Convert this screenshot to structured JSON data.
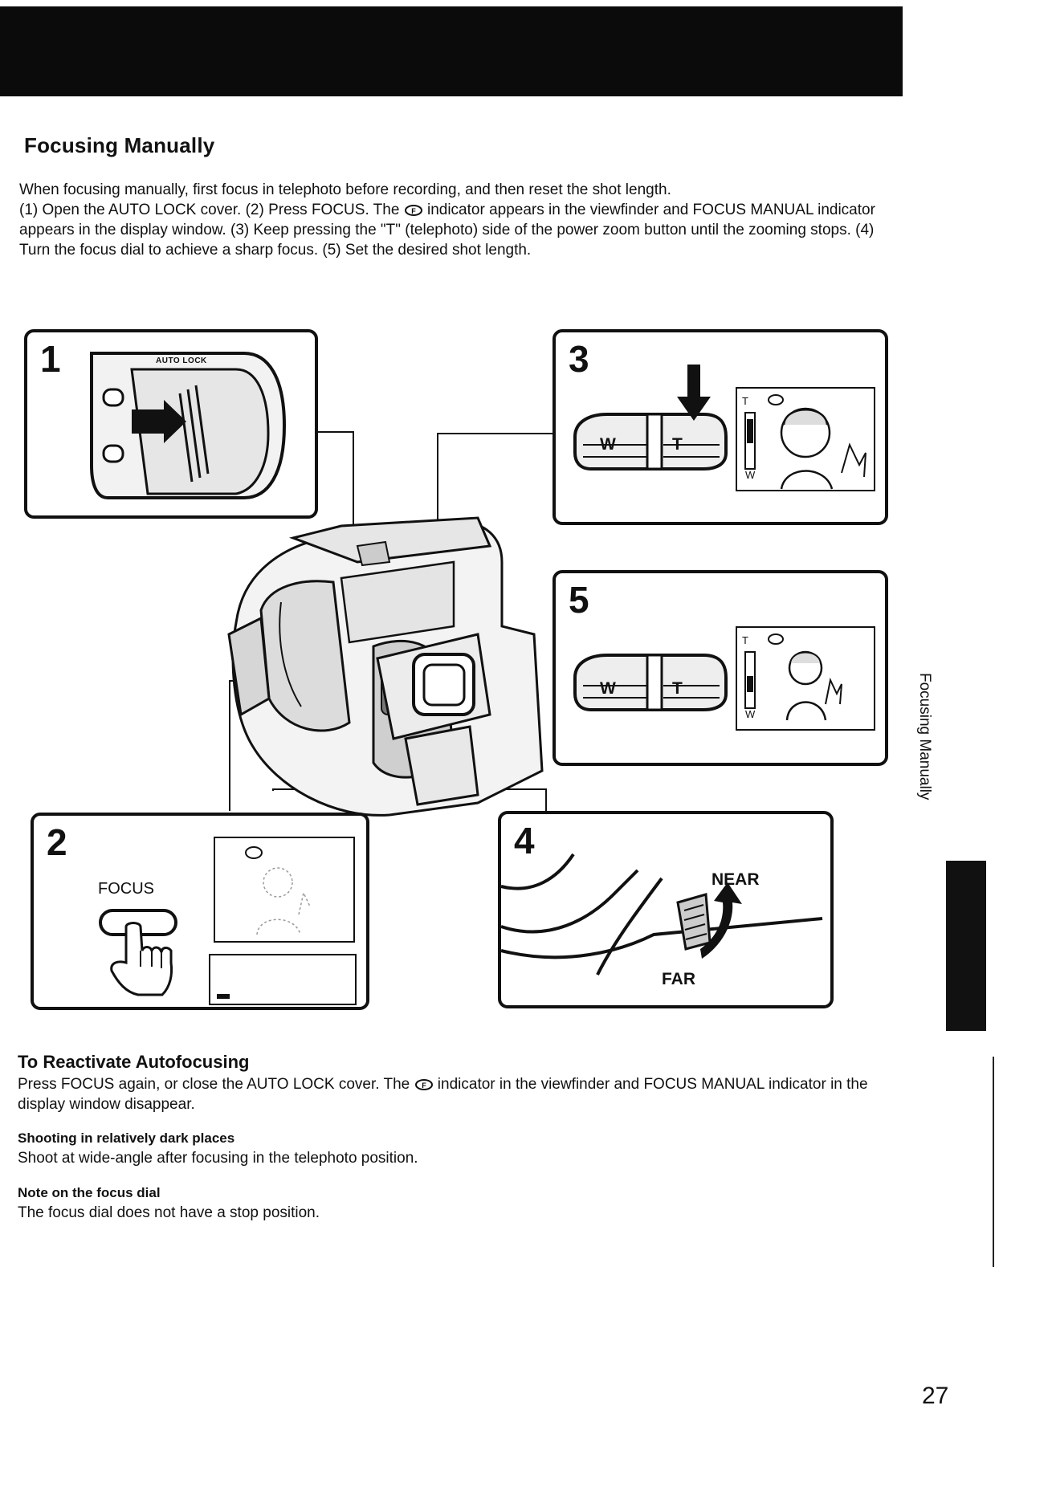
{
  "title": "Focusing Manually",
  "intro": {
    "line1": "When focusing manually, first focus in telephoto before recording, and then reset the shot length.",
    "step1": "(1) Open the AUTO LOCK cover. (2) Press FOCUS. The",
    "step2": "indicator appears in the viewfinder and FOCUS MANUAL indicator appears in the display window. (3) Keep pressing the \"T\" (telephoto) side of the power zoom button until the zooming stops. (4) Turn the focus dial to achieve a sharp focus. (5) Set the desired shot length."
  },
  "panels": {
    "p1": {
      "num": "1",
      "cover_label": "AUTO LOCK"
    },
    "p2": {
      "num": "2",
      "button_label": "FOCUS"
    },
    "p3": {
      "num": "3",
      "w": "W",
      "t": "T",
      "scale_t": "T",
      "scale_w": "W"
    },
    "p4": {
      "num": "4",
      "near": "NEAR",
      "far": "FAR"
    },
    "p5": {
      "num": "5",
      "w": "W",
      "t": "T",
      "scale_t": "T",
      "scale_w": "W"
    }
  },
  "side_tab": "Focusing Manually",
  "reactivate": {
    "heading": "To Reactivate Autofocusing",
    "text_a": "Press FOCUS again, or close the AUTO LOCK cover. The",
    "text_b": "indicator in the viewfinder and FOCUS MANUAL indicator in the display window disappear."
  },
  "dark": {
    "heading": "Shooting in relatively dark places",
    "text": "Shoot at wide-angle after focusing in the telephoto position."
  },
  "dial": {
    "heading": "Note on the focus dial",
    "text": "The focus dial does not have a stop position."
  },
  "page_number": "27"
}
